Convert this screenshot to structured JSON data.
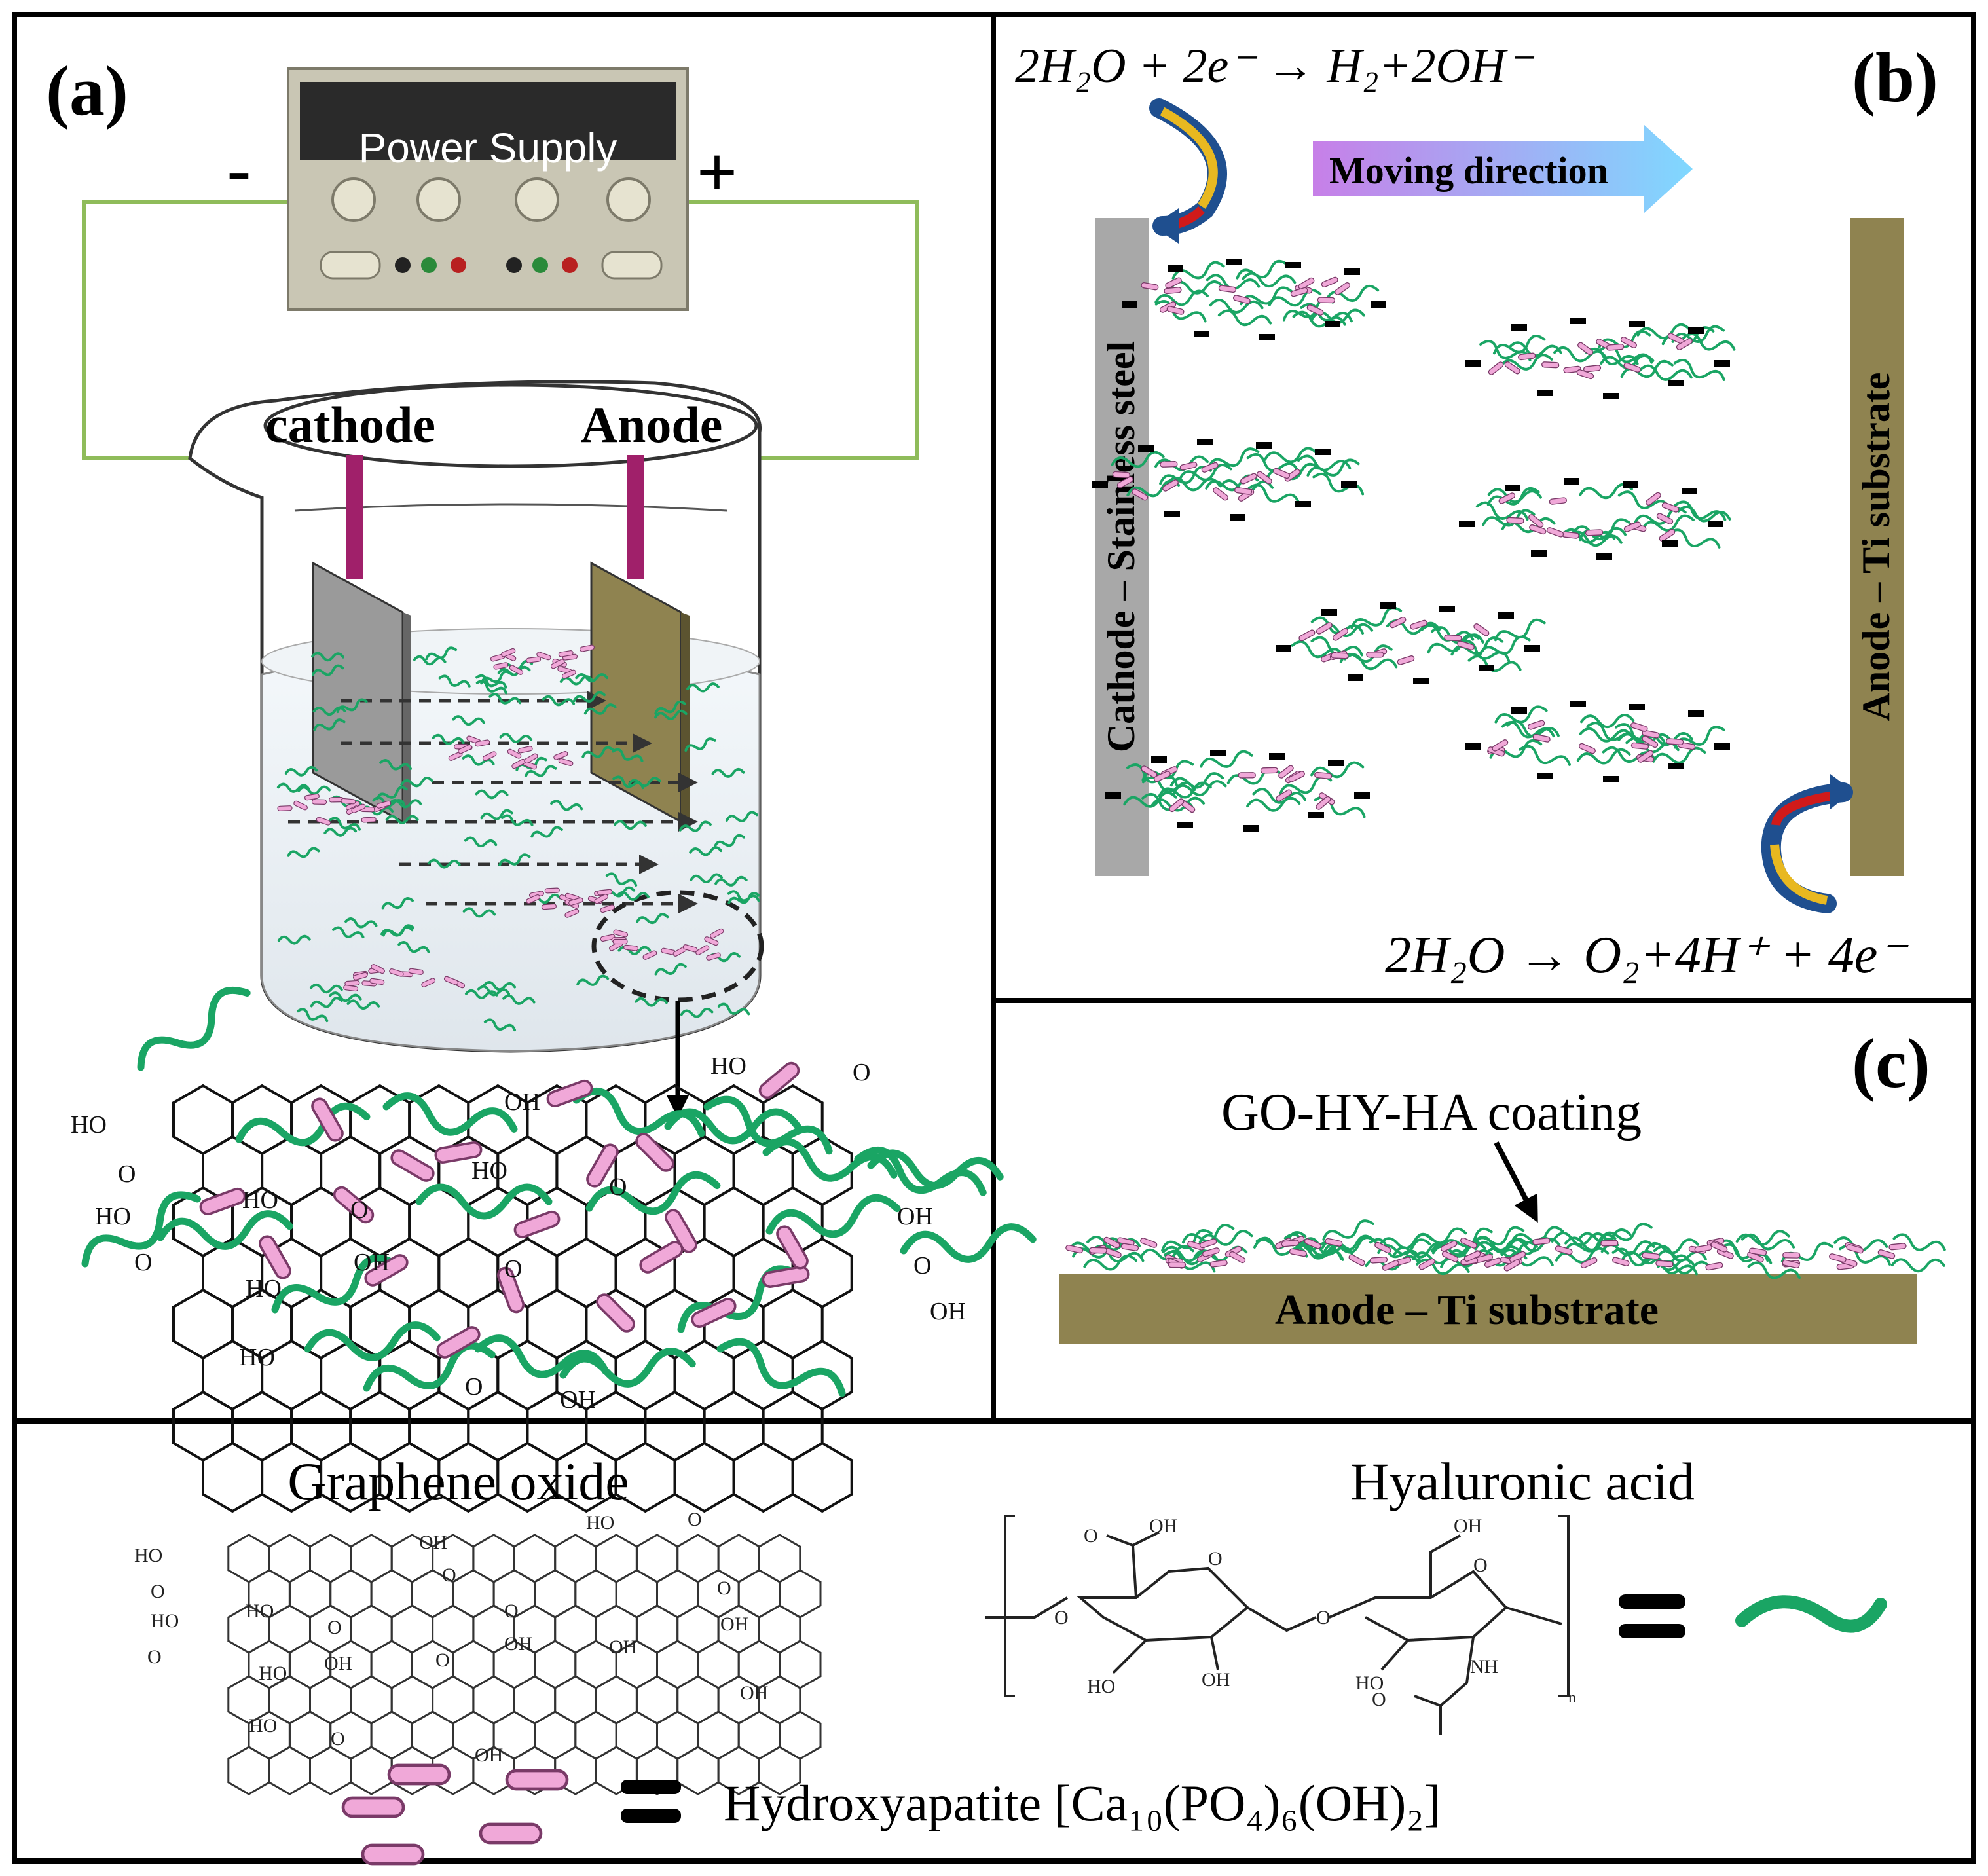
{
  "panel_a": {
    "label": "(a)",
    "power_supply": "Power Supply",
    "minus": "-",
    "plus": "+",
    "cathode": "cathode",
    "anode": "Anode"
  },
  "panel_b": {
    "label": "(b)",
    "cathode_bar": "Cathode – Stainless steel",
    "anode_bar": "Anode – Ti substrate",
    "moving_direction": "Moving direction",
    "top_reaction": "2H₂O + 2e⁻ → H₂+2OH⁻",
    "bottom_reaction": "2H₂O → O₂+4H⁺ + 4e⁻"
  },
  "panel_c": {
    "label": "(c)",
    "coating": "GO-HY-HA  coating",
    "substrate": "Anode – Ti substrate"
  },
  "legend": {
    "graphene_oxide": "Graphene oxide",
    "hyaluronic_acid": "Hyaluronic acid",
    "equals": "=",
    "hydroxyapatite": "Hydroxyapatite  [Ca₁₀(PO₄)₆(OH)₂]",
    "subscript_n": "n"
  },
  "chem_labels": {
    "ho": "HO",
    "oh": "OH",
    "o": "O",
    "nh": "NH"
  },
  "colors": {
    "green": "#1aa564",
    "pink": "#f0a8d8",
    "ti": "#8f8350",
    "steel": "#a8a8a8",
    "wire": "#8fbc5a",
    "electrode_rod": "#a0206a",
    "arrow_purple": "#c77fe8",
    "arrow_blue": "#7fd8ff"
  }
}
